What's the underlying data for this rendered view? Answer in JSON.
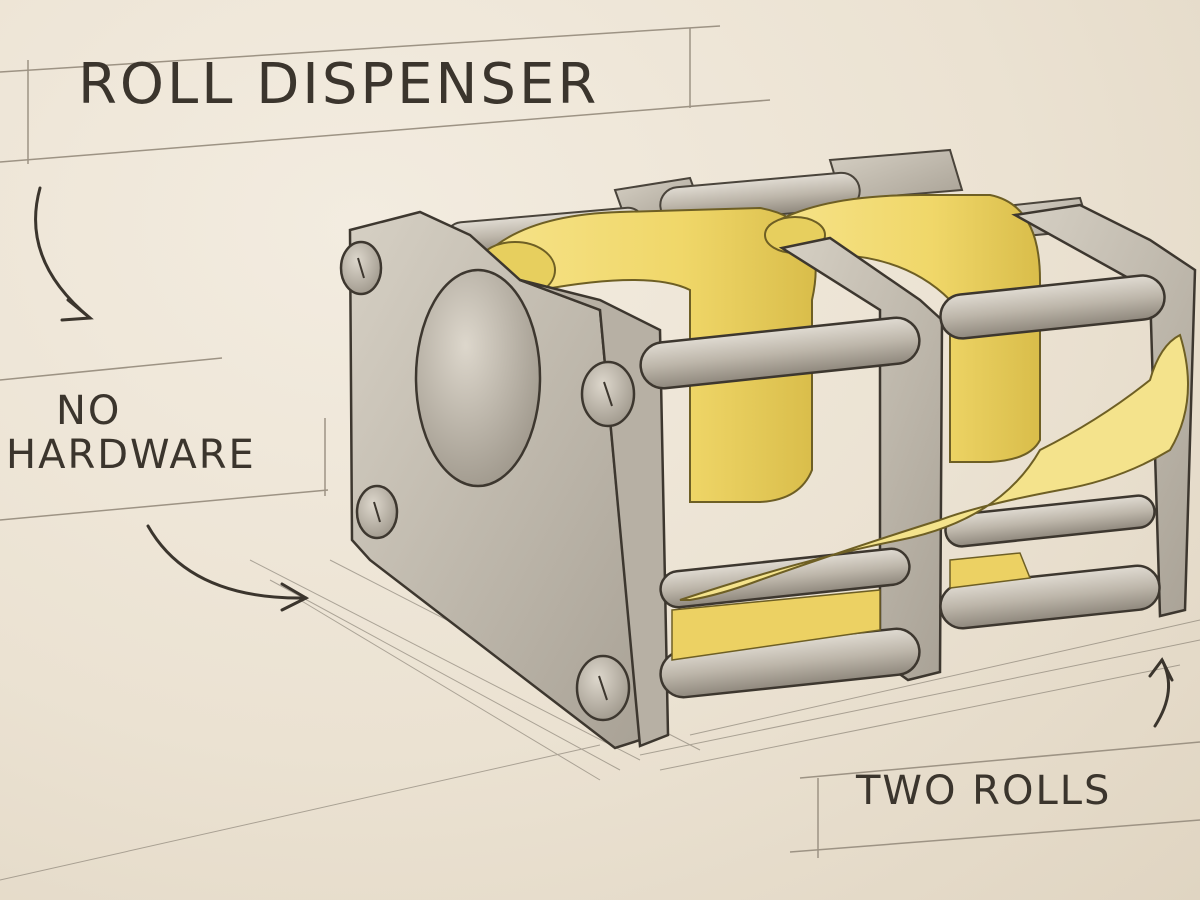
{
  "labels": {
    "title": "ROLL DISPENSER",
    "no_hardware_line1": "NO",
    "no_hardware_line2": "HARDWARE",
    "two_rolls": "TWO ROLLS"
  },
  "colors": {
    "paper": "#ece4d6",
    "ink": "#3b352d",
    "metal": "#c9c2b6",
    "metal_dark": "#8e877c",
    "roll_yellow": "#f2dc74",
    "roll_shadow": "#d8bd4c"
  },
  "icons": {
    "arrow_title": "curved-arrow-down",
    "arrow_no_hardware": "curved-arrow-right",
    "arrow_two_rolls": "curved-arrow-up"
  }
}
